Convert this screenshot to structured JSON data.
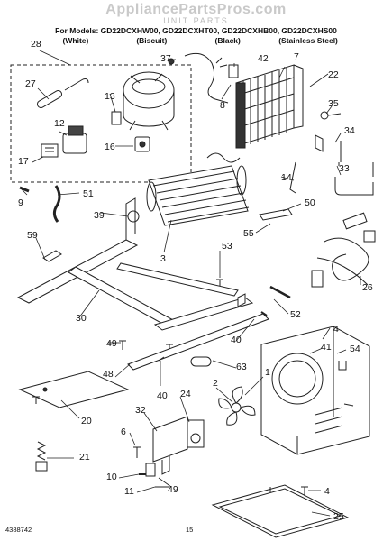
{
  "header": {
    "watermark": "AppliancePartsPros.com",
    "title": "UNIT PARTS",
    "models_line": "For Models: GD22DCXHW00, GD22DCXHT00, GD22DCXHB00, GD22DCXHS00",
    "variants": [
      "(White)",
      "(Biscuit)",
      "(Black)",
      "(Stainless Steel)"
    ]
  },
  "callouts": [
    "28",
    "37",
    "42",
    "7",
    "22",
    "27",
    "13",
    "35",
    "12",
    "16",
    "8",
    "34",
    "17",
    "33",
    "14",
    "9",
    "51",
    "39",
    "50",
    "55",
    "59",
    "3",
    "53",
    "26",
    "52",
    "30",
    "49",
    "40",
    "4",
    "54",
    "41",
    "48",
    "40",
    "63",
    "1",
    "2",
    "24",
    "20",
    "32",
    "21",
    "6",
    "10",
    "11",
    "49",
    "4",
    "25"
  ],
  "footer": {
    "doc_number": "4388742",
    "page_number": "15"
  }
}
